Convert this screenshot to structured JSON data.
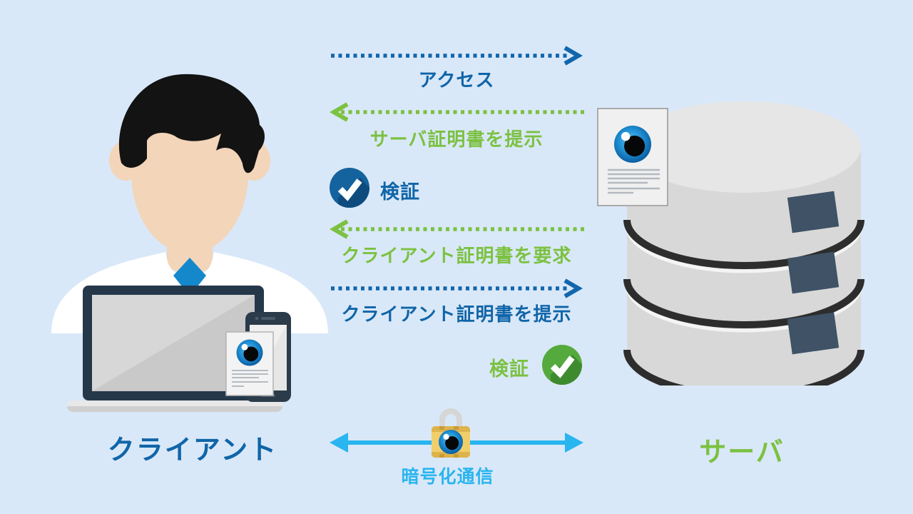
{
  "diagram": {
    "client": {
      "label": "クライアント",
      "color": "#1065a8"
    },
    "server": {
      "label": "サーバ",
      "color": "#7cc142"
    },
    "steps": [
      {
        "label": "アクセス",
        "from": "client",
        "to": "server",
        "line": "dotted",
        "color": "#1166ad"
      },
      {
        "label": "サーバ証明書を提示",
        "from": "server",
        "to": "client",
        "line": "dotted",
        "color": "#7cc142"
      },
      {
        "label": "検証",
        "actor": "client",
        "icon": "check-circle-blue",
        "color": "#1065a8"
      },
      {
        "label": "クライアント証明書を要求",
        "from": "server",
        "to": "client",
        "line": "dotted",
        "color": "#7cc142"
      },
      {
        "label": "クライアント証明書を提示",
        "from": "client",
        "to": "server",
        "line": "dotted",
        "color": "#1166ad"
      },
      {
        "label": "検証",
        "actor": "server",
        "icon": "check-circle-green",
        "color": "#7cc142"
      },
      {
        "label": "暗号化通信",
        "from": "client",
        "to": "server",
        "line": "solid-double",
        "color": "#29b5ef",
        "icon": "lock"
      }
    ],
    "colors": {
      "background": "#d9e8f8",
      "arrow_blue": "#1166ad",
      "arrow_green": "#7cc142",
      "arrow_cyan": "#29b5ef",
      "check_blue": "#15639e",
      "check_green": "#55aa3e",
      "laptop_frame": "#24384a",
      "tie_blue": "#1588cc",
      "lock_gold": "#f0ce6a",
      "server_gray": "#d8d8d8",
      "slot_slate": "#3f5266"
    }
  }
}
